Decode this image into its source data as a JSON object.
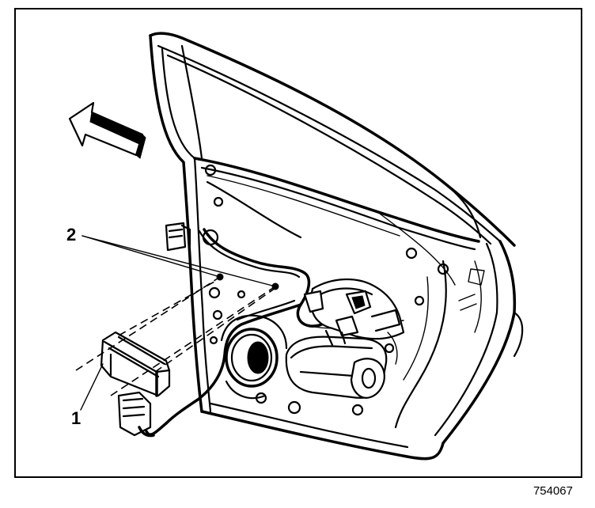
{
  "callouts": {
    "item_1": "1",
    "item_2": "2"
  },
  "figure_id": "754067"
}
